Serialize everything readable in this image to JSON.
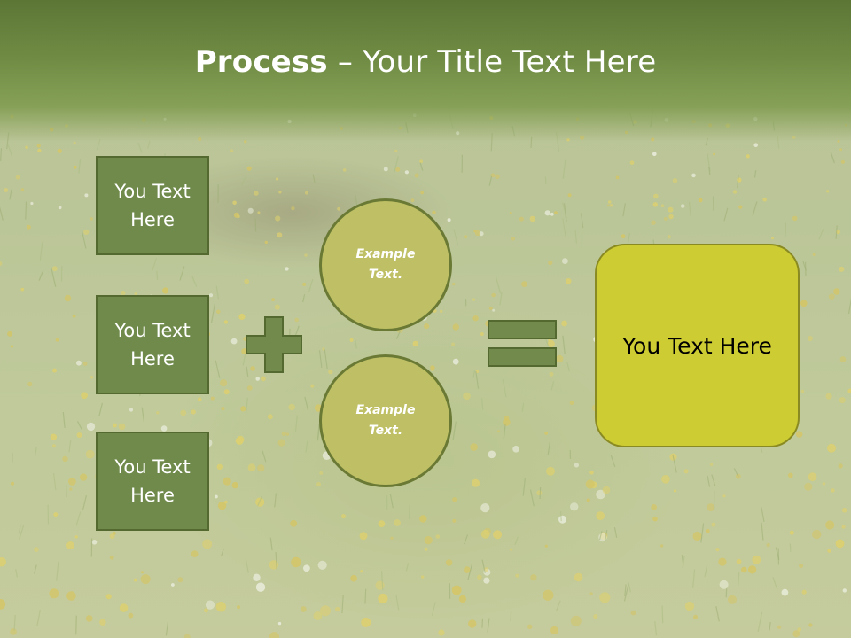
{
  "title": {
    "bold": "Process",
    "rest": " – Your Title Text Here"
  },
  "left_boxes": [
    "You Text Here",
    "You Text Here",
    "You Text Here"
  ],
  "circles": [
    "Example Text.",
    "Example Text."
  ],
  "operators": {
    "plus": "plus-sign-icon",
    "equals": "equals-sign-icon"
  },
  "result": "You Text Here",
  "colors": {
    "title_band": "#6f8b43",
    "box_fill": "#6f8a4b",
    "circle_fill": "#bfc065",
    "result_fill": "#cdcc33",
    "operator_fill": "#738a4d"
  }
}
